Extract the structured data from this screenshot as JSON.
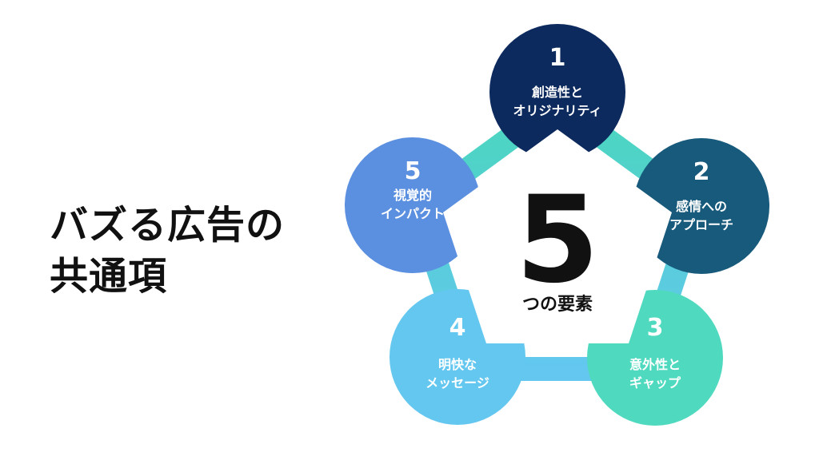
{
  "title": {
    "line1": "バズる広告の",
    "line2": "共通項"
  },
  "center": {
    "number": "5",
    "label": "つの要素"
  },
  "nodes": [
    {
      "number": "1",
      "line1": "創造性と",
      "line2": "オリジナリティ",
      "color": "#0d2a5e"
    },
    {
      "number": "2",
      "line1": "感情への",
      "line2": "アプローチ",
      "color": "#175a7c"
    },
    {
      "number": "3",
      "line1": "意外性と",
      "line2": "ギャップ",
      "color": "#4fd9bf"
    },
    {
      "number": "4",
      "line1": "明快な",
      "line2": "メッセージ",
      "color": "#63c7f0"
    },
    {
      "number": "5",
      "line1": "視覚的",
      "line2": "インパクト",
      "color": "#5b8fe0"
    }
  ],
  "colors": {
    "ring_top": "#4ad6bd",
    "ring_bottom": "#63c7f0",
    "pentagon": "#ffffff"
  }
}
